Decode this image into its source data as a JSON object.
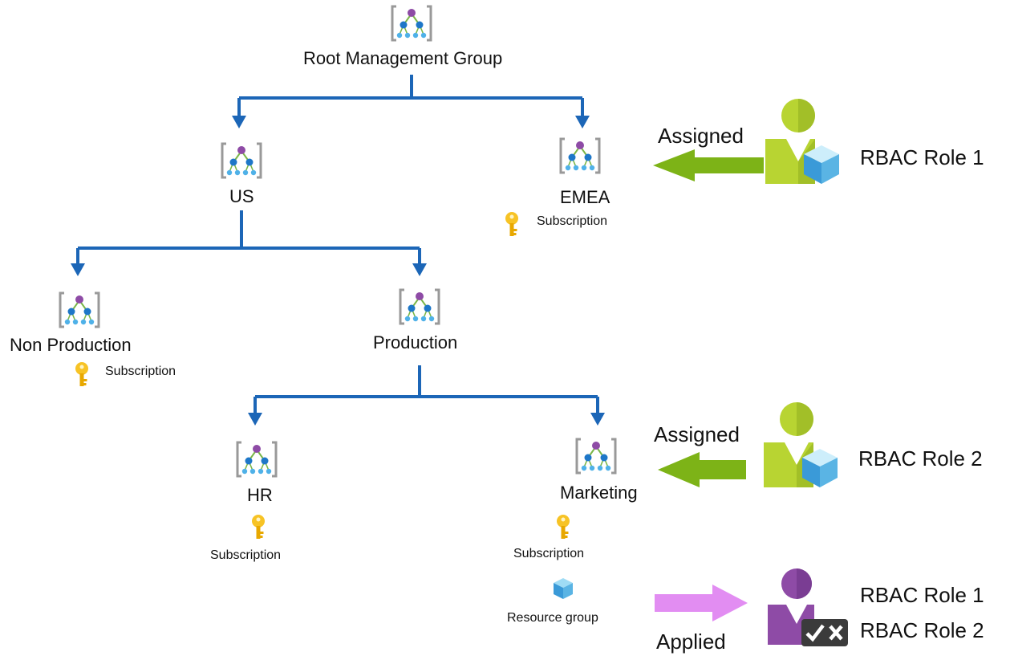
{
  "nodes": {
    "root": "Root Management Group",
    "us": "US",
    "emea": "EMEA",
    "nonprod": "Non Production",
    "prod": "Production",
    "hr": "HR",
    "marketing": "Marketing"
  },
  "subscriptions": {
    "emea": "Subscription",
    "nonprod": "Subscription",
    "hr": "Subscription",
    "marketing": "Subscription"
  },
  "resource_group": "Resource group",
  "actions": {
    "assigned_1": "Assigned",
    "assigned_2": "Assigned",
    "applied": "Applied"
  },
  "roles": {
    "role_1": "RBAC Role 1",
    "role_2": "RBAC Role 2",
    "applied_1": "RBAC Role 1",
    "applied_2": "RBAC Role 2"
  },
  "colors": {
    "tree_line": "#1c66b7",
    "assigned_arrow": "#7db317",
    "applied_arrow": "#e28df2",
    "user_green": "#b8d432",
    "user_purple": "#8e4ba6",
    "key_gold": "#f7c325",
    "cube_blue": "#5ab4e4"
  }
}
